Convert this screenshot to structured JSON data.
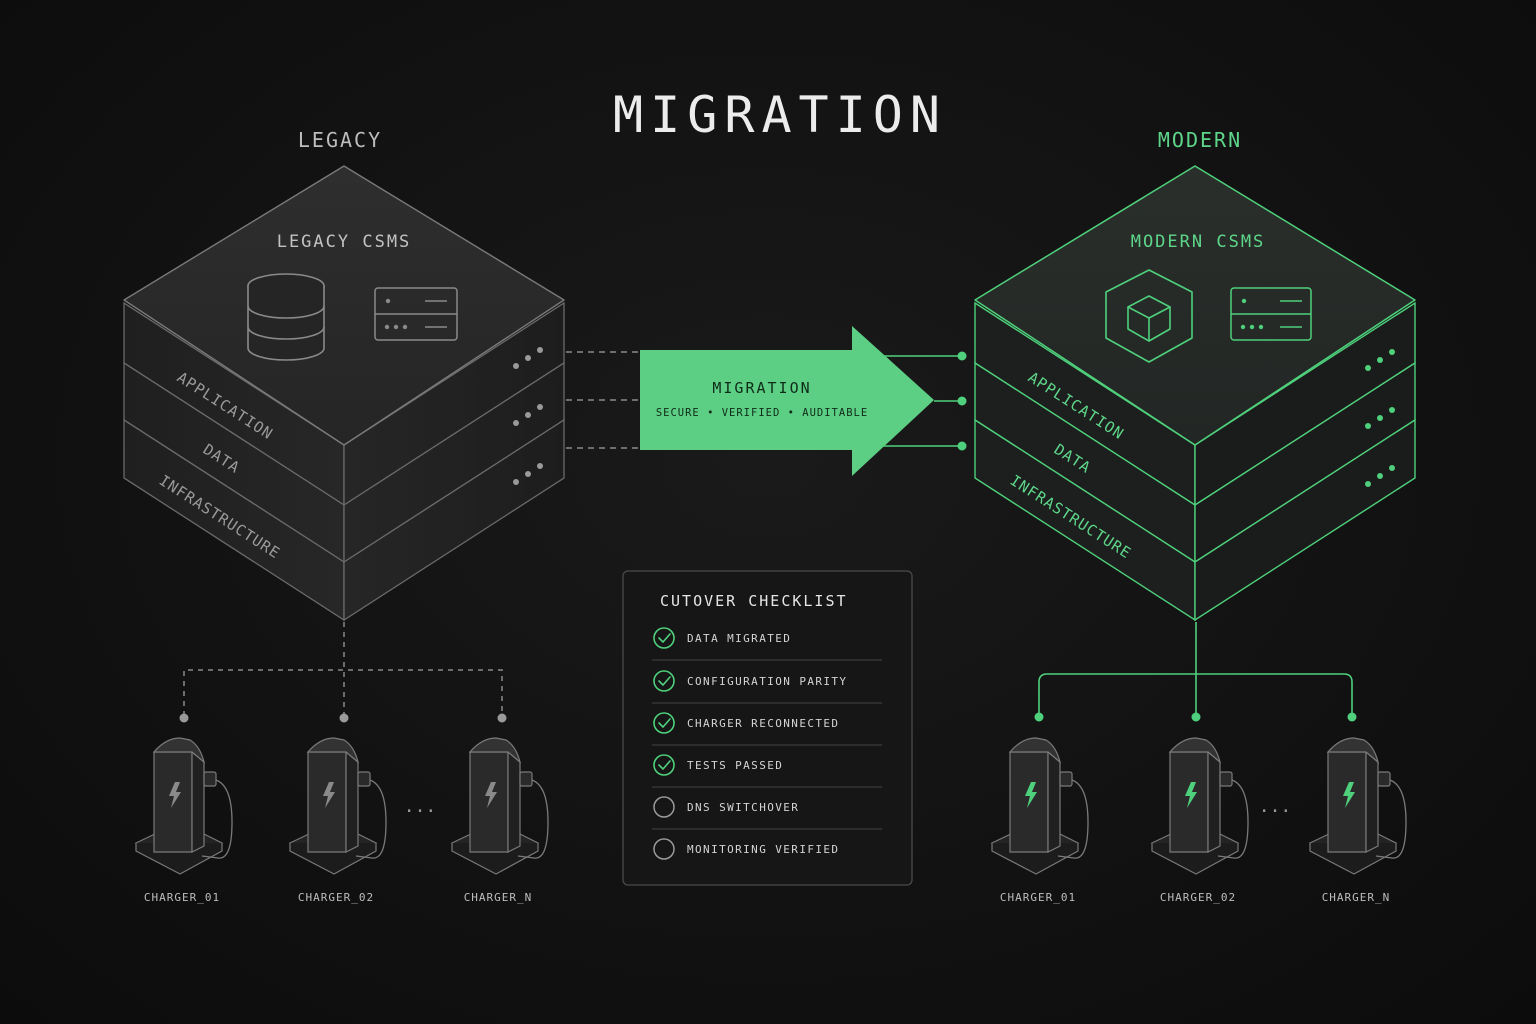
{
  "title": "MIGRATION",
  "legacy": {
    "label": "LEGACY",
    "system_name": "LEGACY CSMS",
    "layers": [
      "APPLICATION",
      "DATA",
      "INFRASTRUCTURE"
    ],
    "chargers": [
      "CHARGER_01",
      "CHARGER_02",
      "CHARGER_N"
    ],
    "ellipsis": "...",
    "icons": [
      "database-icon",
      "server-icon",
      "lightning-bolt-icon"
    ]
  },
  "modern": {
    "label": "MODERN",
    "system_name": "MODERN CSMS",
    "layers": [
      "APPLICATION",
      "DATA",
      "INFRASTRUCTURE"
    ],
    "chargers": [
      "CHARGER_01",
      "CHARGER_02",
      "CHARGER_N"
    ],
    "ellipsis": "...",
    "icons": [
      "cube-hexagon-icon",
      "server-icon",
      "lightning-bolt-icon"
    ]
  },
  "arrow": {
    "title": "MIGRATION",
    "subtitle": "SECURE • VERIFIED • AUDITABLE"
  },
  "checklist": {
    "title": "CUTOVER CHECKLIST",
    "items": [
      {
        "label": "DATA MIGRATED",
        "done": true
      },
      {
        "label": "CONFIGURATION PARITY",
        "done": true
      },
      {
        "label": "CHARGER RECONNECTED",
        "done": true
      },
      {
        "label": "TESTS PASSED",
        "done": true
      },
      {
        "label": "DNS SWITCHOVER",
        "done": false
      },
      {
        "label": "MONITORING VERIFIED",
        "done": false
      }
    ]
  },
  "colors": {
    "background": "#111111",
    "legacy_stroke": "#6e6e6e",
    "modern_stroke": "#4fd07c",
    "accent_green": "#5ccf85",
    "arrow_fill": "#5ccf85"
  }
}
